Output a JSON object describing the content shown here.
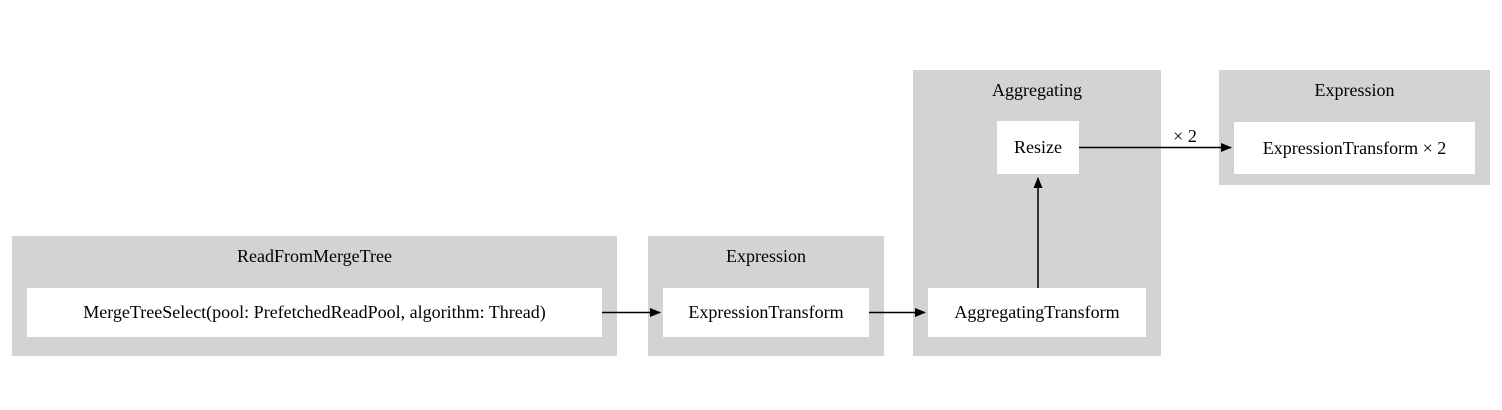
{
  "diagram": {
    "type": "pipeline-graph",
    "background": "#ffffff",
    "colors": {
      "cluster_fill": "#d3d3d3",
      "node_fill": "#ffffff",
      "edge_color": "#000000",
      "text_color": "#000000"
    },
    "clusters": [
      {
        "label": "ReadFromMergeTree",
        "nodes": [
          {
            "label": "MergeTreeSelect(pool: PrefetchedReadPool, algorithm: Thread)"
          }
        ]
      },
      {
        "label": "Expression",
        "nodes": [
          {
            "label": "ExpressionTransform"
          }
        ]
      },
      {
        "label": "Aggregating",
        "nodes": [
          {
            "label": "Resize"
          },
          {
            "label": "AggregatingTransform"
          }
        ]
      },
      {
        "label": "Expression",
        "nodes": [
          {
            "label": "ExpressionTransform × 2"
          }
        ]
      }
    ],
    "edges": [
      {
        "from": "MergeTreeSelect(pool: PrefetchedReadPool, algorithm: Thread)",
        "to": "ExpressionTransform",
        "label": ""
      },
      {
        "from": "ExpressionTransform",
        "to": "AggregatingTransform",
        "label": ""
      },
      {
        "from": "AggregatingTransform",
        "to": "Resize",
        "label": ""
      },
      {
        "from": "Resize",
        "to": "ExpressionTransform × 2",
        "label": "× 2"
      }
    ]
  }
}
